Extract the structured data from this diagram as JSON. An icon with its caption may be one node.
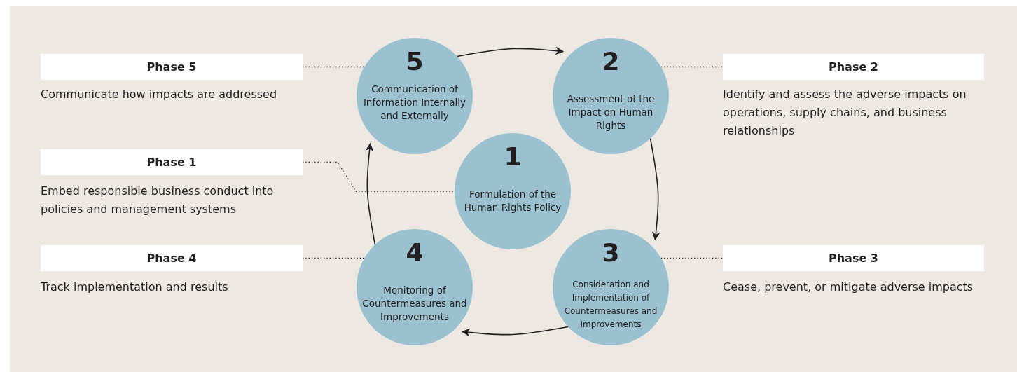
{
  "diagram": {
    "nodes": [
      {
        "text": [
          "Phase 5"
        ],
        "beside": [
          "Communicate how impacts are addressed"
        ]
      },
      {
        "text": [
          "5",
          "Communication of Information Internally and Externally"
        ]
      },
      {
        "text": [
          "2",
          "Assessment of the Impact on Human Rights"
        ]
      },
      {
        "text": [
          "Phase 2"
        ],
        "beside": [
          "Identify and assess the adverse impacts on operations, supply chains, and business relationships"
        ]
      },
      {
        "text": [
          "Phase 1"
        ],
        "beside": [
          "Embed responsible business conduct into policies and management systems"
        ]
      },
      {
        "text": [
          "1",
          "Formulation of the Human Rights Policy"
        ]
      },
      {
        "text": [
          "Phase 4"
        ],
        "beside": [
          "Track implementation and results"
        ]
      },
      {
        "text": [
          "4",
          "Monitoring of Countermeasures and Improvements"
        ]
      },
      {
        "text": [
          "3",
          "Consideration and Implementation of Countermeasures and Improvements"
        ]
      },
      {
        "text": [
          "Phase 3"
        ],
        "beside": [
          "Cease, prevent, or mitigate adverse impacts"
        ]
      }
    ],
    "edges": [
      {
        "from": 1,
        "to": 2,
        "arrow": "to"
      },
      {
        "from": 2,
        "to": 8,
        "arrow": "to"
      },
      {
        "from": 8,
        "to": 7,
        "arrow": "to"
      },
      {
        "from": 7,
        "to": 1,
        "arrow": "to"
      },
      {
        "from": 0,
        "to": 1,
        "arrow": "none",
        "style": "dashed"
      },
      {
        "from": 2,
        "to": 3,
        "arrow": "none",
        "style": "dashed"
      },
      {
        "from": 4,
        "to": 5,
        "arrow": "none",
        "style": "dashed"
      },
      {
        "from": 6,
        "to": 7,
        "arrow": "none",
        "style": "dashed"
      },
      {
        "from": 8,
        "to": 9,
        "arrow": "none",
        "style": "dashed"
      }
    ]
  }
}
